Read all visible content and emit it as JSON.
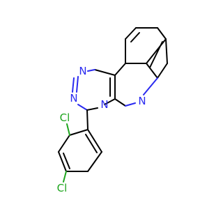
{
  "molecule": {
    "atoms": {
      "n1": "N",
      "n2": "N",
      "n3": "N",
      "n4": "N",
      "cl_top": "Cl",
      "cl_bottom": "Cl"
    },
    "colors": {
      "bond": "#000000",
      "nitrogen": "#2a2af0",
      "chlorine": "#1ea51e",
      "background": "#ffffff"
    }
  }
}
